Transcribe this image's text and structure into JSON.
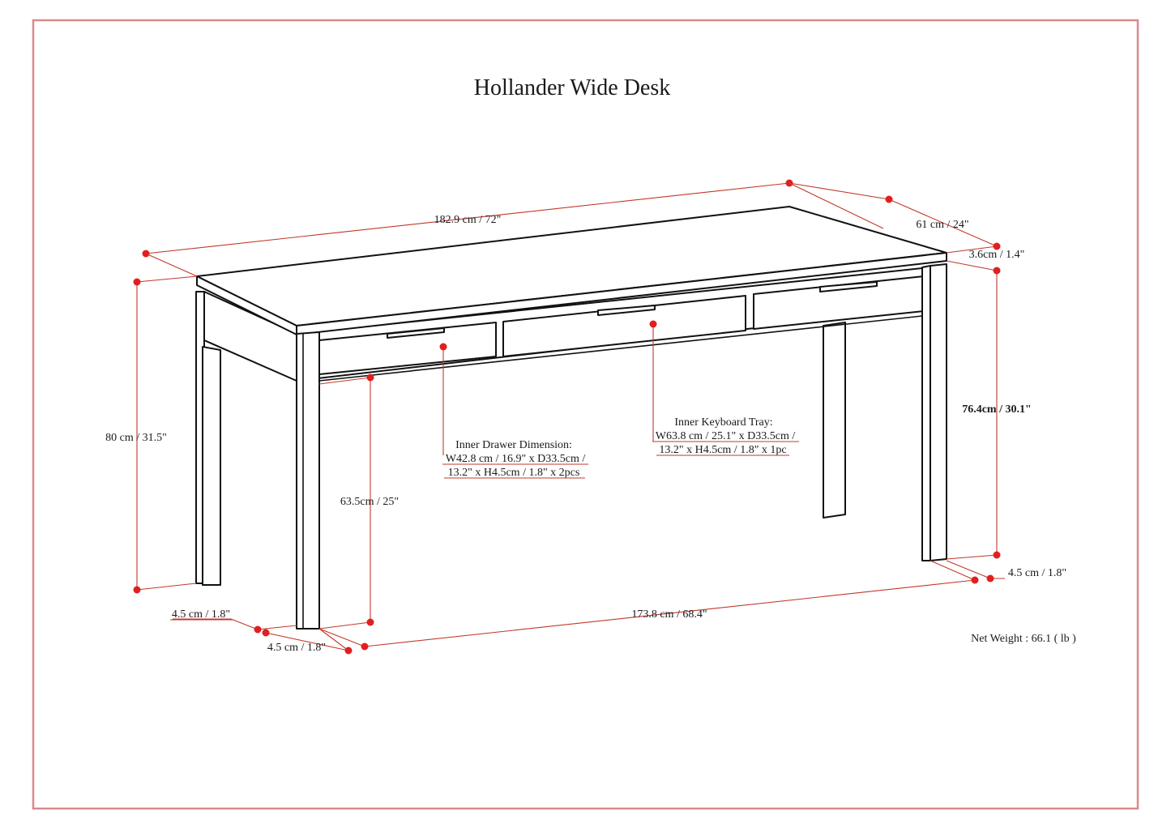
{
  "title": "Hollander Wide Desk",
  "colors": {
    "frame": "#d98a8a",
    "dimension": "#c0392b",
    "dot": "#e02020",
    "outline": "#111111"
  },
  "dimensions": {
    "overall_width": "182.9 cm / 72\"",
    "depth": "61 cm / 24\"",
    "top_thickness": "3.6cm / 1.4\"",
    "overall_height": "80 cm / 31.5\"",
    "inner_height": "76.4cm / 30.1\"",
    "apron_clearance": "63.5cm / 25\"",
    "leg_width_front": "4.5 cm / 1.8\"",
    "leg_depth_front": "4.5 cm / 1.8\"",
    "leg_width_back": "4.5 cm / 1.8\"",
    "inner_leg_span": "173.8 cm / 68.4\""
  },
  "drawer": {
    "line1": "Inner Drawer Dimension:",
    "line2": "W42.8 cm / 16.9\" x D33.5cm /",
    "line3": "13.2\" x H4.5cm / 1.8\" x 2pcs"
  },
  "keyboard_tray": {
    "line1": "Inner Keyboard Tray:",
    "line2": "W63.8 cm / 25.1\" x D33.5cm /",
    "line3": "13.2\" x H4.5cm / 1.8\" x 1pc"
  },
  "net_weight": "Net Weight : 66.1 ( lb )"
}
